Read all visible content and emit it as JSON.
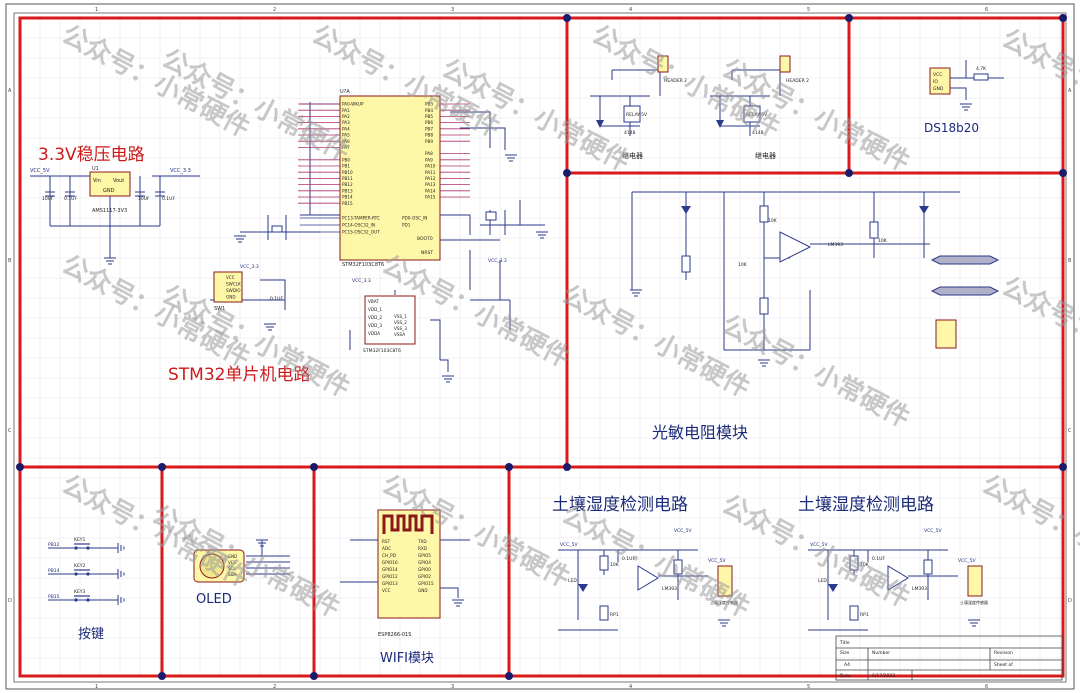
{
  "colors": {
    "frame": "#d91a1a",
    "junction": "#1b1b6b",
    "wire": "#2b3a8a",
    "title_text": "#cc1a1a",
    "label_blue": "#1b2a7a",
    "grid": "#e6e6ee",
    "watermark": "#9a9a9a",
    "chip": "#fff7a8"
  },
  "watermark": "公众号：小常硬件",
  "border": {
    "cols": [
      "1",
      "2",
      "3",
      "4",
      "5",
      "6"
    ],
    "rows": [
      "A",
      "B",
      "C",
      "D"
    ]
  },
  "sections": {
    "regulator": "3.3V稳压电路",
    "mcu": "STM32单片机电路",
    "relay_label_1": "继电器",
    "relay_label_2": "继电器",
    "ds18b20": "DS18b20",
    "photo": "光敏电阻模块",
    "keys": "按键",
    "oled": "OLED",
    "wifi": "WIFI模块",
    "soil_1": "土壤湿度检测电路",
    "soil_2": "土壤湿度检测电路"
  },
  "parts": {
    "ams": "AMS1117-3V3",
    "vin": "Vin",
    "vout": "Vout",
    "gnd": "GND",
    "vcc5": "VCC_5V",
    "vcc33": "VCC_3.3",
    "c_val_1": "0.1UF",
    "c_val_2": "10UF",
    "u1": "U1",
    "stm_ref": "U?A",
    "stm_part": "STM32F103C8T6",
    "stm_left_pins": [
      "PA0-WKUP",
      "PA1",
      "PA2",
      "PA3",
      "PA4",
      "PA5",
      "PA6",
      "PA7",
      "",
      "PB0",
      "PB1",
      "PB10",
      "PB11",
      "PB12",
      "PB13",
      "PB14",
      "PB15"
    ],
    "stm_right_pins": [
      "PB3",
      "PB4",
      "PB5",
      "PB6",
      "PB7",
      "PB8",
      "PB9",
      "",
      "PA8",
      "PA9",
      "PA10",
      "PA11",
      "PA12",
      "PA13",
      "PA14",
      "PA15"
    ],
    "stm_osc": [
      "PC13-TAMPER-RTC",
      "PC14-OSC32_IN",
      "PC15-OSC32_OUT"
    ],
    "stm_osc_right": [
      "PD0-OSC_IN",
      "PD1"
    ],
    "boot0": "BOOT0",
    "nrst": "NRST",
    "pwr_chip": "STM32F103C8T6",
    "pwr_pins_left": [
      "VBAT",
      "VDD_1",
      "VDD_2",
      "VDD_3",
      "VDDA"
    ],
    "pwr_pins_right": [
      "VSS_1",
      "VSS_2",
      "VSS_3",
      "VSSA"
    ],
    "swd": [
      "VCC",
      "SWCLK",
      "SWDIO",
      "GND"
    ],
    "swd_ref": "SW1",
    "relay_ref": "RELAY-5V",
    "relay_conn": "HEADER 2",
    "diode": "4148",
    "ds_pins": [
      "VCC",
      "IO",
      "GND"
    ],
    "ds_res": "4.7K",
    "lm393": "LM393",
    "r10k": "10K",
    "oled_pins": [
      "GND",
      "VCC",
      "SCL",
      "SDA"
    ],
    "esp_part": "ESP8266-01S",
    "esp_left": [
      "RST",
      "ADC",
      "CH_PD",
      "GPIO16",
      "GPIO14",
      "GPIO12",
      "GPIO13",
      "VCC"
    ],
    "esp_right": [
      "TXD",
      "RXD",
      "GPIO5",
      "GPIO4",
      "GPIO0",
      "GPIO2",
      "GPIO15",
      "GND"
    ],
    "keys": [
      "KEY1",
      "KEY2",
      "KEY3"
    ],
    "key_nets": [
      "PB12",
      "PB14",
      "PB15"
    ],
    "soil_conn": "土壤湿度传感器",
    "led": "LED",
    "rp": "RP1",
    "tb_size": "A4",
    "tb_number": "Number",
    "tb_revision": "Revision",
    "tb_date": "6/17/2023",
    "tb_sheet": "Sheet of",
    "tb_title": "Title",
    "tb_size_label": "Size",
    "tb_date_label": "Date"
  }
}
